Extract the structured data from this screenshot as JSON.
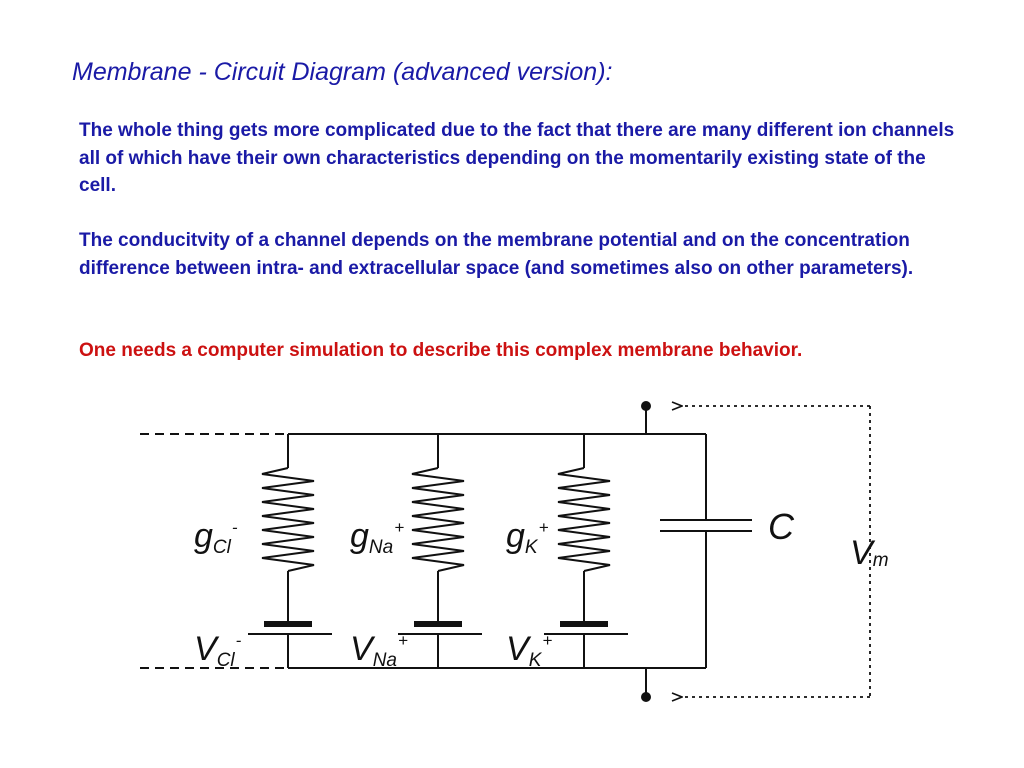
{
  "title": "Membrane - Circuit Diagram (advanced version):",
  "paragraphs": {
    "p1": "The whole thing gets more complicated due to the fact that there are many different ion channels all of which have their own characteristics depending on the momentarily existing state of the cell.",
    "p2": "The conducitvity of a channel depends on the membrane potential and on the concentration difference between intra- and extracellular space (and sometimes also on other parameters).",
    "p3": "One needs a computer simulation to describe this complex membrane behavior."
  },
  "colors": {
    "text_blue": "#1a1aa6",
    "text_red": "#cc1111",
    "wire": "#111111"
  },
  "circuit": {
    "branches": [
      {
        "g": "g",
        "g_sub": "Cl",
        "g_sup": "-",
        "v": "V",
        "v_sub": "Cl",
        "v_sup": "-"
      },
      {
        "g": "g",
        "g_sub": "Na",
        "g_sup": "+",
        "v": "V",
        "v_sub": "Na",
        "v_sup": "+"
      },
      {
        "g": "g",
        "g_sub": "K",
        "g_sup": "+",
        "v": "V",
        "v_sub": "K",
        "v_sup": "+"
      }
    ],
    "capacitor_label": "C",
    "vm": {
      "main": "V",
      "sub": "m"
    }
  }
}
